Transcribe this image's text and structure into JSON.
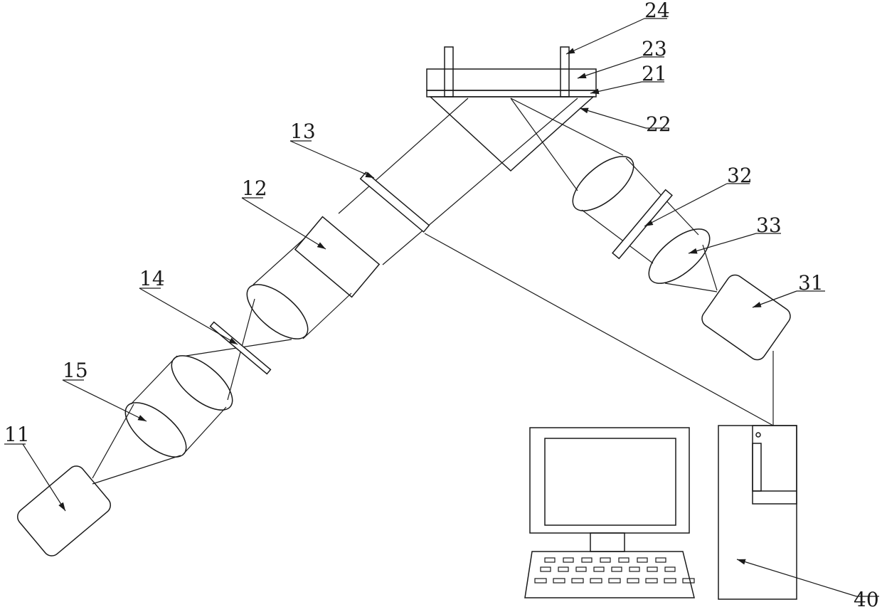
{
  "labels": {
    "light_source": "11",
    "modulator": "12",
    "polarizer": "13",
    "pinhole": "14",
    "collimating_lens": "15",
    "sample_stage_surface": "21",
    "prism": "22",
    "sample_cell": "23",
    "channel": "24",
    "detector": "31",
    "analyzer": "32",
    "imaging_lens": "33",
    "computer": "40"
  }
}
